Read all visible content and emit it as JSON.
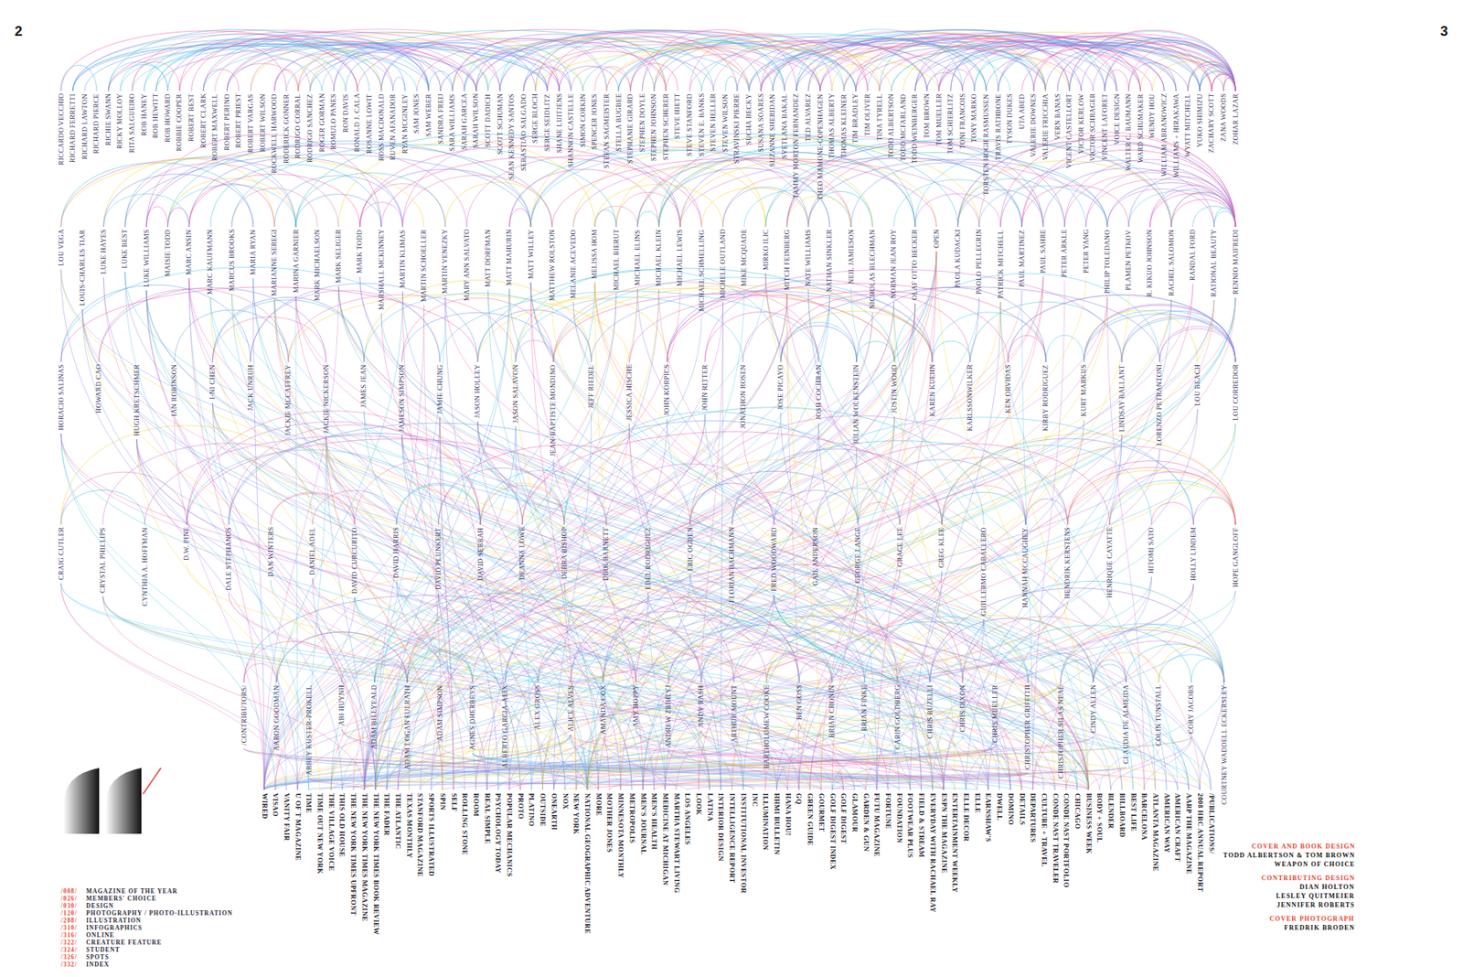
{
  "diagram": {
    "labels": [
      "2",
      "3",
      "RICCARDO VECCHIO",
      "RICHARD FERRETTI",
      "RICHARD LAWTON",
      "RICHARD PIERCE",
      "RICHIE SWANN",
      "RICKY MOLLOY",
      "RITA SALGUEIRO",
      "ROB HANEY",
      "ROB HEWITT",
      "ROB HOWARD",
      "ROBBIE COOPER",
      "ROBERT BEST",
      "ROBERT CLARK",
      "ROBERT MAXWELL",
      "ROBERT PERINO",
      "ROBERT PRIEST",
      "ROBERT VARGAS",
      "ROBERT WILSON",
      "ROCKWELL HARWOOD",
      "RODERICK GONNER",
      "RODRIGO CORRAL",
      "RODRIGO SANCHEZ",
      "ROGER GORMAN",
      "ROMULO PANES",
      "RON DAVIS",
      "RONALD J. CALA",
      "ROSANNE LOWIT",
      "ROSS MACDONALD",
      "RUVEN AFANADOR",
      "RYAN MCGINLEY",
      "SAM JONES",
      "SAM WEBER",
      "SANDRA FREIJ",
      "SARA WILLIAMS",
      "SARAH GARCEA",
      "SARAH WILSON",
      "SCOTT DADICH",
      "SCOTT SCHUMAN",
      "SEAN KENNEDY SANTOS",
      "SEBASTIÃO SALGADO",
      "SERGE BLOCH",
      "SERGE SEIDLITZ",
      "SHANE LUITJENS",
      "SHANNON CASTELLE",
      "SIMON CORKIN",
      "SPENCER JONES",
      "STEFAN SAGMEISTER",
      "STELLA BUGBEE",
      "STEPHANIE GIRARD",
      "STEPHEN DOYLE",
      "STEPHEN JOHNSON",
      "STEPHEN SCHERER",
      "STEVE HIETT",
      "STEVE STANFORD",
      "STEVEN E. BANKS",
      "STEVEN HELLER",
      "STEVEN WILSON",
      "STRAVINSKI PIERRE",
      "SUCHA BECKY",
      "SUSANA SOARES",
      "SUZANNE SHERIDAN",
      "SVETLANA BAKAL",
      "TAMMY MORTON FERNANDEZ",
      "TED ALVAREZ",
      "THEO MAMONE-COPENHAGEN",
      "THOMAS ALBERTY",
      "THOMAS KLEINER",
      "TIM BRADLEY",
      "TIM OLIVER",
      "TINA TYRELL",
      "TODD ALBERTSON",
      "TODD MCFARLAND",
      "TODD WEINBERGER",
      "TOM BROWN",
      "TOM MUELLER",
      "TOM SCHIERLITZ",
      "TONI FRANCOIS",
      "TONY MARKO",
      "TORSTEN HOGH RASMUSSEN",
      "TRAVIS RATHBONE",
      "TYSON DUKES",
      "UTA ABED",
      "VALERIE DOWNES",
      "VALERIE FRICCHIA",
      "VERN BANAS",
      "VICENT CASTELLORT",
      "VICTOR KERLOW",
      "VICTOR SCHRAGER",
      "VINCENT LAFORET",
      "VOICE DESIGN",
      "WALTER C. BAUMANN",
      "WARD SCHUMAKER",
      "WENDY HOU",
      "WILLIAM ABRANOWICZ",
      "WILLIAMS + HIRAKAWA",
      "WYATT MITCHELL",
      "YUKO SHIMIZU",
      "ZACHARY SCOTT",
      "ZANA WOODS",
      "ZOHAR LAZAR",
      "LOU VEGA",
      "LOUIS-CHARLES TIAR",
      "LUKE HAYES",
      "LUKE BEST",
      "LUKE WILLIAMS",
      "MAISIE TODD",
      "MARC ANSIN",
      "MARC KAUFMANN",
      "MARCUS BROOKS",
      "MARIA RYAN",
      "MARIANNE SEREGI",
      "MARINA GARNIER",
      "MARK MICHAELSON",
      "MARK SELIGER",
      "MARK TODD",
      "MARSHALL MCKINNEY",
      "MARTIN KLIMAS",
      "MARTIN SCHOELLER",
      "MARTIN VENEZKY",
      "MARY ANN SALVATO",
      "MATT DORFMAN",
      "MATT MAHURIN",
      "MATT WILLEY",
      "MATTHEW ROLSTON",
      "MELANIE ACEVEDO",
      "MELISSA HOM",
      "MICHAEL BIERUT",
      "MICHAEL ELINS",
      "MICHAEL KLEIN",
      "MICHAEL LEWIS",
      "MICHAEL SCHMELLING",
      "MICHELE OUTLAND",
      "MIKE MCQUADE",
      "MIRKO ILIC",
      "MITCH FEINBERG",
      "NATE WILLIAMS",
      "NATHAN SINKLER",
      "NEIL JAMIESON",
      "NICHOLAS BLECHMAN",
      "NORMAN JEAN ROY",
      "OLAF OTTO BECKER",
      "OPEN",
      "PAOLA KUDACKI",
      "PAOLO PELLEGRIN",
      "PATRICK MITCHELL",
      "PAUL MARTINEZ",
      "PAUL SAHRE",
      "PETER ARKLE",
      "PETER YANG",
      "PHILIP TOLEDANO",
      "PLAMEN PETKOV",
      "R. KIKUO JOHNSON",
      "RACHEL SALOMON",
      "RANDAL FORD",
      "RATIONAL BEAUTY",
      "RENNIO MAIFREDI",
      "HORACIO SALINAS",
      "HOWARD CAO",
      "HUGH KRETSCHMER",
      "IAN ROBINSON",
      "I-NI CHEN",
      "JACK UNRUH",
      "JACKIE MCCAFFREY",
      "JACKIE NICKERSON",
      "JAMES JEAN",
      "JAMESON SIMPSON",
      "JAMIE CHUNG",
      "JASON HOLLEY",
      "JASON SALAVON",
      "JEAN-BAPTISTE MONDINO",
      "JEFF RIEDEL",
      "JESSICA HISCHE",
      "JOHN KORPICS",
      "JOHN RITTER",
      "JONATHON ROSEN",
      "JOSE PICAYO",
      "JOSH COCHRAN",
      "JULIAN WOLKENSTEIN",
      "JUSTIN WOOD",
      "KAREN KUEHN",
      "KARLSSONWILKER",
      "KEN ORVIDAS",
      "KIRBY RODRIGUEZ",
      "KURT MARKUS",
      "LINDSAY BALLANT",
      "LORENZO PETRANTONI",
      "LOU BEACH",
      "LOU CORREDOR",
      "CRAIG CUTLER",
      "CRYSTAL PHILLIPS",
      "CYNTHIA A. HOFFMAN",
      "D.W. PINE",
      "DALE STEPHANOS",
      "DAN WINTERS",
      "DANIEL ADEL",
      "DAVID CURCURITO",
      "DAVID HARRIS",
      "DAVID PLUNKERT",
      "DAVID SEBBAH",
      "DEANNA LOWE",
      "DEBRA BISHOP",
      "DIRK BARNETT",
      "EDEL RODRIGUEZ",
      "ERIC OGDEN",
      "FLORIAN BACHMANN",
      "FRED WOODWARD",
      "GAIL ANDERSON",
      "GEORGE LANGE",
      "GRACE LEE",
      "GREG KLEE",
      "GUILLERMO CABALLERO",
      "HANNAH MCCAUGHEY",
      "HENDRIK KERSTENS",
      "HENRIQUE CAYATTE",
      "HITOMI SATO",
      "HOLLY LINDEM",
      "HOPE GANGLOFF",
      "/CONTRIBUTORS/",
      "AARON GOODMAN",
      "ABBEY KUSTER-PROKELL",
      "ABI HUYNH",
      "ADAM BILLYEALD",
      "ADAM LOGAN FULRATH",
      "ADAM SIMPSON",
      "AGNES DHERBEYS",
      "ALBERTO GARCIA-ALIX",
      "ALEX GROSS",
      "ALICE ALVES",
      "AMANDA COX",
      "AMY HOPPY",
      "ANDREW ZBIHLYJ",
      "ANDY RASH",
      "ARTHUR MOUNT",
      "BARTHOLOMEW COOKE",
      "BEN GOSS",
      "BRIAN CRONIN",
      "BRIAN FINKE",
      "CARIN GOLDBERG",
      "CHRIS BUZELLI",
      "CHRIS DIXON",
      "CHRIS MUELLER",
      "CHRISTOPHER GRIFFITH",
      "CHRISTOPHER SILAS NEAL",
      "CINDY ALLEN",
      "CLAUDIA DE ALMEIDA",
      "COLIN TUNSTALL",
      "CORY JACOBS",
      "COURTNEY WADDELL ECKERSLEY",
      "WIRED",
      "VISAO",
      "VANITY FAIR",
      "U OF T MAGAZINE",
      "TIME",
      "TIME OUT NEW YORK",
      "THE VILLAGE VOICE",
      "THIS OLD HOUSE",
      "THE NEW YORK TIMES UPFRONT",
      "THE NEW YORK TIMES MAGAZINE",
      "THE NEW YORK TIMES BOOK REVIEW",
      "THE FADER",
      "THE ATLANTIC",
      "TEXAS MONTHLY",
      "STANFORD MAGAZINE",
      "SPORTS ILLUSTRATED",
      "SPIN",
      "SELF",
      "ROLLING STONE",
      "ROOM",
      "REAL SIMPLE",
      "PSYCHOLOGY TODAY",
      "POPULAR MECHANICS",
      "PROTO",
      "PLATINO",
      "OUTSIDE",
      "ONEARTH",
      "NOX",
      "NEW YORK",
      "NATIONAL GEOGRAPHIC ADVENTURE",
      "MORE",
      "MOTHER JONES",
      "MINNESOTA MONTHLY",
      "METROPOLIS",
      "MEN'S JOURNAL",
      "MEN'S HEALTH",
      "MEDICINE AT MICHIGAN",
      "MARTHA STEWART LIVING",
      "LOS ANGELES",
      "LOOK",
      "LATINA",
      "INTERIOR DESIGN",
      "INTELLIGENCE REPORT",
      "INSTITUTIONAL INVESTOR",
      "INC",
      "ILLUMINATION",
      "HHMI BULLETIN",
      "HANA HOU!",
      "GQ",
      "GREEN GUIDE",
      "GOURMET",
      "GOLF DIGEST INDEX",
      "GOLF DIGEST",
      "GLAMOUR",
      "GARDEN & GUN",
      "FUTU MAGAZINE",
      "FORTUNE",
      "FOUNDATION",
      "FOOTWEAR PLUS",
      "FIELD & STREAM",
      "EVERYDAY WITH RACHAEL RAY",
      "ESPN THE MAGAZINE",
      "ENTERTAINMENT WEEKLY",
      "ELLE DECOR",
      "ELLE",
      "EARNSHAW'S",
      "DWELL",
      "DOMINO",
      "DETAILS",
      "DEPARTURES",
      "CULTURE + TRAVEL",
      "CONDE NAST TRAVELER",
      "CONDE NAST PORTFOLIO",
      "CHICAGO",
      "BUSINESS WEEK",
      "BODY + SOUL",
      "BLENDER",
      "BILLBOARD",
      "BEST LIFE",
      "BARCELONA",
      "ATLANTA MAGAZINE",
      "AMERICAN WAY",
      "AMERICAN CRAFT",
      "AARP THE MAGAZINE",
      "2008 HRC ANNUAL REPORT",
      "/PUBLICATIONS/",
      "/008/",
      "MAGAZINE OF THE YEAR",
      "/026/",
      "MEMBERS' CHOICE",
      "/030/",
      "DESIGN",
      "/120/",
      "PHOTOGRAPHY / PHOTO-ILLUSTRATION",
      "/288/",
      "ILLUSTRATION",
      "/310/",
      "INFOGRAPHICS",
      "/316/",
      "ONLINE",
      "/322/",
      "CREATURE FEATURE",
      "/324/",
      "STUDENT",
      "/326/",
      "SPOTS",
      "/332/",
      "INDEX",
      "COVER AND BOOK DESIGN",
      "TODD ALBERTSON & TOM BROWN",
      "WEAPON OF CHOICE",
      "CONTRIBUTING DESIGN",
      "DIAN HOLTON",
      "LESLEY QUITMEIER",
      "JENNIFER ROBERTS",
      "COVER PHOTOGRAPH",
      "FREDRIK BRODEN"
    ]
  }
}
